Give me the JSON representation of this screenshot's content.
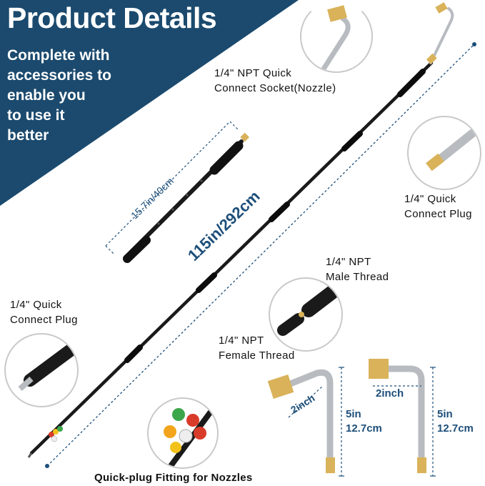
{
  "header": {
    "title": "Product Details",
    "blurb_lines": [
      "Complete with",
      "accessories to",
      "enable you",
      "to use it",
      "better"
    ]
  },
  "labels": {
    "socket": [
      "1/4\" NPT Quick",
      "Connect Socket(Nozzle)"
    ],
    "plug_right": [
      "1/4\" Quick",
      "Connect Plug"
    ],
    "plug_left": [
      "1/4\" Quick",
      "Connect Plug"
    ],
    "male_thread": [
      "1/4\" NPT",
      "Male Thread"
    ],
    "female_thread": [
      "1/4\" NPT",
      "Female Thread"
    ],
    "nozzles": "Quick-plug Fitting for Nozzles"
  },
  "dimensions": {
    "total_length": "115in/292cm",
    "short_wand": "15.7in/40cm",
    "elbow_left_width": "2inch",
    "elbow_right_width": "2inch",
    "elbow_left_height": [
      "5in",
      "12.7cm"
    ],
    "elbow_right_height": [
      "5in",
      "12.7cm"
    ]
  },
  "colors": {
    "banner": "#1b4a6e",
    "accent_blue": "#1d4f7a",
    "brass": "#d9b25a",
    "steel": "#b8bcc0",
    "wand_black": "#1a1a1a"
  },
  "icons": [
    "nozzle-elbow-icon",
    "quick-connect-plug-icon",
    "thread-coupler-icon",
    "nozzle-tips-icon",
    "wand-handle-icon"
  ]
}
